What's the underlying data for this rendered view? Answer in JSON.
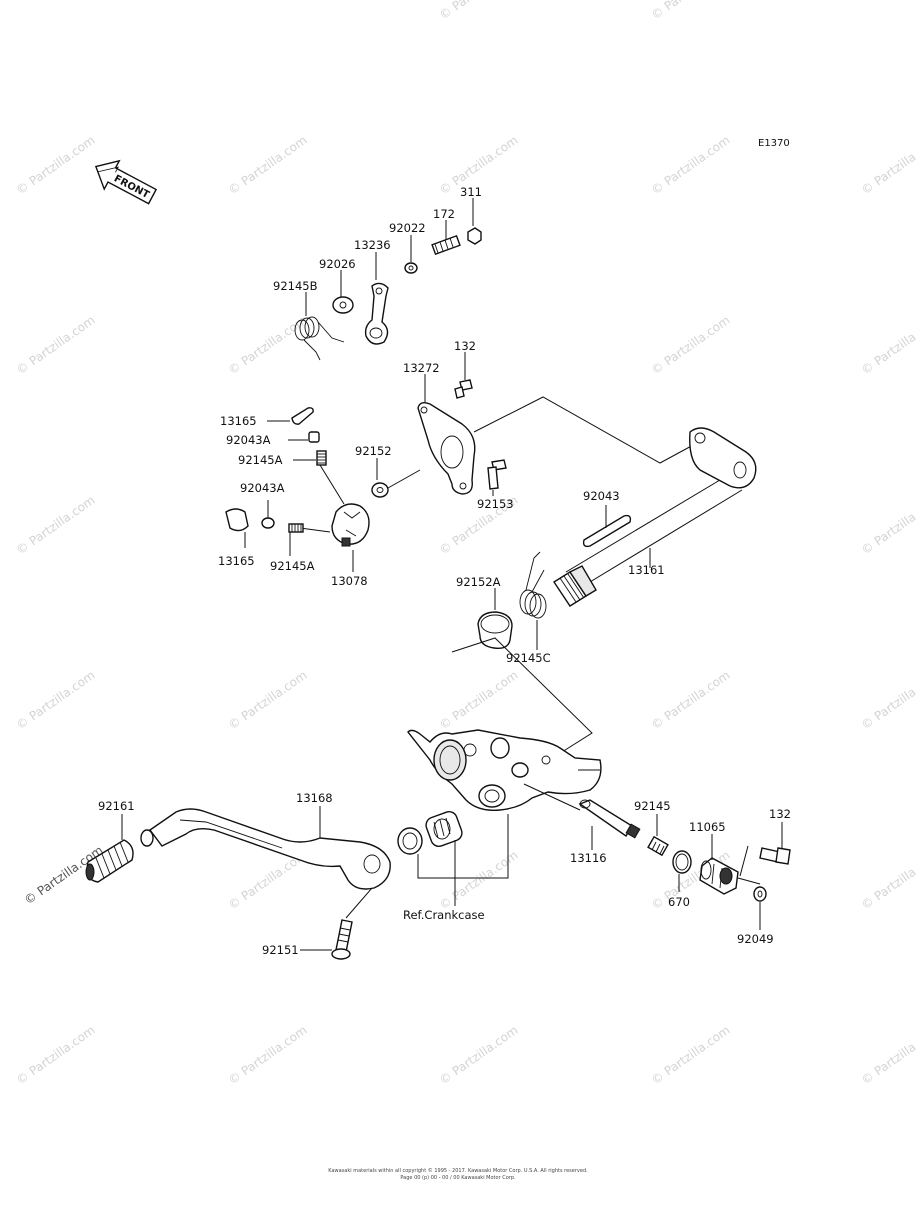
{
  "diagram_code": "E1370",
  "front_label": "FRONT",
  "watermark": "© Partzilla.com",
  "footer": {
    "line1": "Kawasaki materials within all copyright © 1995 - 2017. Kawasaki Motor Corp. U.S.A. All rights reserved.",
    "line2": "Page 00 (p) 00 - 00 / 00 Kawasaki Motor Corp."
  },
  "parts": {
    "p311": "311",
    "p172": "172",
    "p92022": "92022",
    "p13236": "13236",
    "p92026": "92026",
    "p92145B": "92145B",
    "p132_top": "132",
    "p13272": "13272",
    "p13165_top": "13165",
    "p92043A_top": "92043A",
    "p92145A_top": "92145A",
    "p92152": "92152",
    "p92043A_bot": "92043A",
    "p92153": "92153",
    "p92043": "92043",
    "p13165_bot": "13165",
    "p92145A_bot": "92145A",
    "p13078": "13078",
    "p13161": "13161",
    "p92152A": "92152A",
    "p92145C": "92145C",
    "p92161": "92161",
    "p13168": "13168",
    "p92145": "92145",
    "p11065": "11065",
    "p132_bot": "132",
    "p13116": "13116",
    "p670": "670",
    "ref_crankcase": "Ref.Crankcase",
    "p92049": "92049",
    "p92151": "92151"
  }
}
